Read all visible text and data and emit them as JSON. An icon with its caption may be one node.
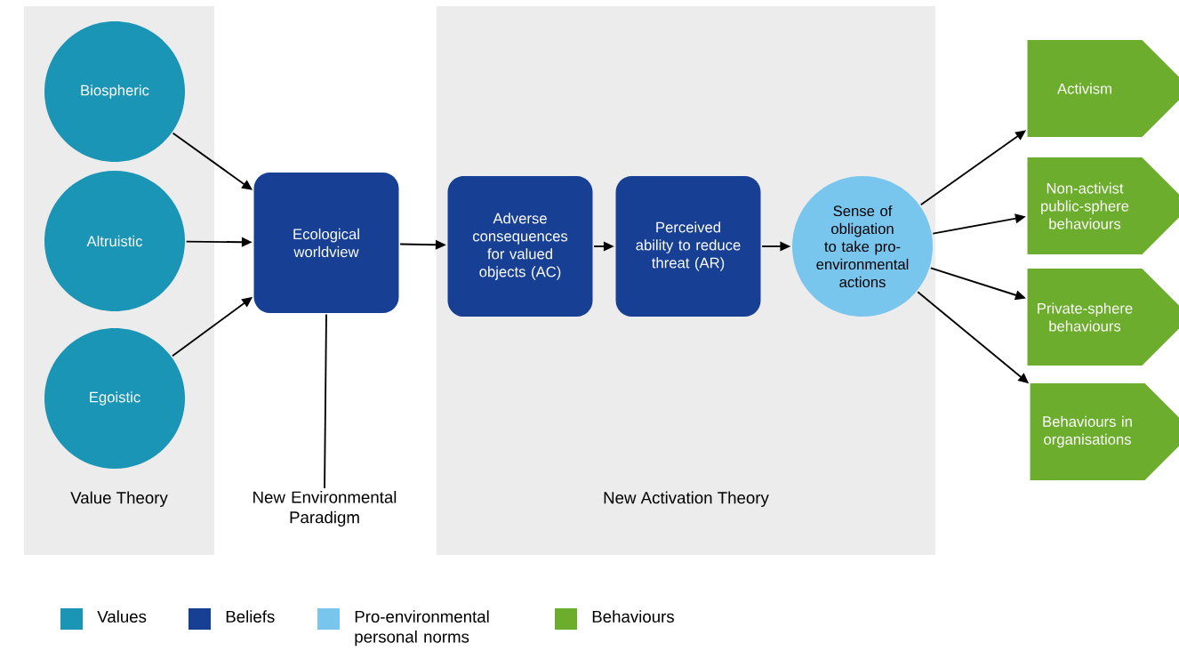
{
  "diagram": {
    "nodes": [
      {
        "text": [
          "Value Theory"
        ]
      },
      {
        "text": [
          "Biospheric"
        ],
        "in": 0
      },
      {
        "text": [
          "Altruistic"
        ],
        "in": 0
      },
      {
        "text": [
          "Egoistic"
        ],
        "in": 0
      },
      {
        "text": [
          "Ecological worldview"
        ]
      },
      {
        "text": [
          "New Environmental Paradigm"
        ]
      },
      {
        "text": [
          "New Activation Theory"
        ]
      },
      {
        "text": [
          "Adverse consequences for valued objects (AC)"
        ],
        "in": 6
      },
      {
        "text": [
          "Perceived ability to reduce threat (AR)"
        ],
        "in": 6
      },
      {
        "text": [
          "Sense of obligation to take pro-environmental actions"
        ],
        "in": 6
      },
      {
        "text": [
          "Activism"
        ]
      },
      {
        "text": [
          "Non-activist public-sphere behaviours"
        ]
      },
      {
        "text": [
          "Private-sphere behaviours"
        ]
      },
      {
        "text": [
          "Behaviours in organisations"
        ]
      }
    ],
    "edges": [
      {
        "from": 1,
        "to": 4,
        "arrow": "to"
      },
      {
        "from": 2,
        "to": 4,
        "arrow": "to"
      },
      {
        "from": 3,
        "to": 4,
        "arrow": "to"
      },
      {
        "from": 4,
        "to": 5,
        "arrow": "none"
      },
      {
        "from": 4,
        "to": 7,
        "arrow": "to"
      },
      {
        "from": 7,
        "to": 8,
        "arrow": "to"
      },
      {
        "from": 8,
        "to": 9,
        "arrow": "to"
      },
      {
        "from": 9,
        "to": 10,
        "arrow": "to"
      },
      {
        "from": 9,
        "to": 11,
        "arrow": "to"
      },
      {
        "from": 9,
        "to": 12,
        "arrow": "to"
      },
      {
        "from": 9,
        "to": 13,
        "arrow": "to"
      }
    ],
    "legend": [
      {
        "text": "Values",
        "color": "#1a95b5"
      },
      {
        "text": "Beliefs",
        "color": "#173f94"
      },
      {
        "text": "Pro-environmental personal norms",
        "color": "#78c5ee"
      },
      {
        "text": "Behaviours",
        "color": "#6cad2d"
      }
    ]
  }
}
